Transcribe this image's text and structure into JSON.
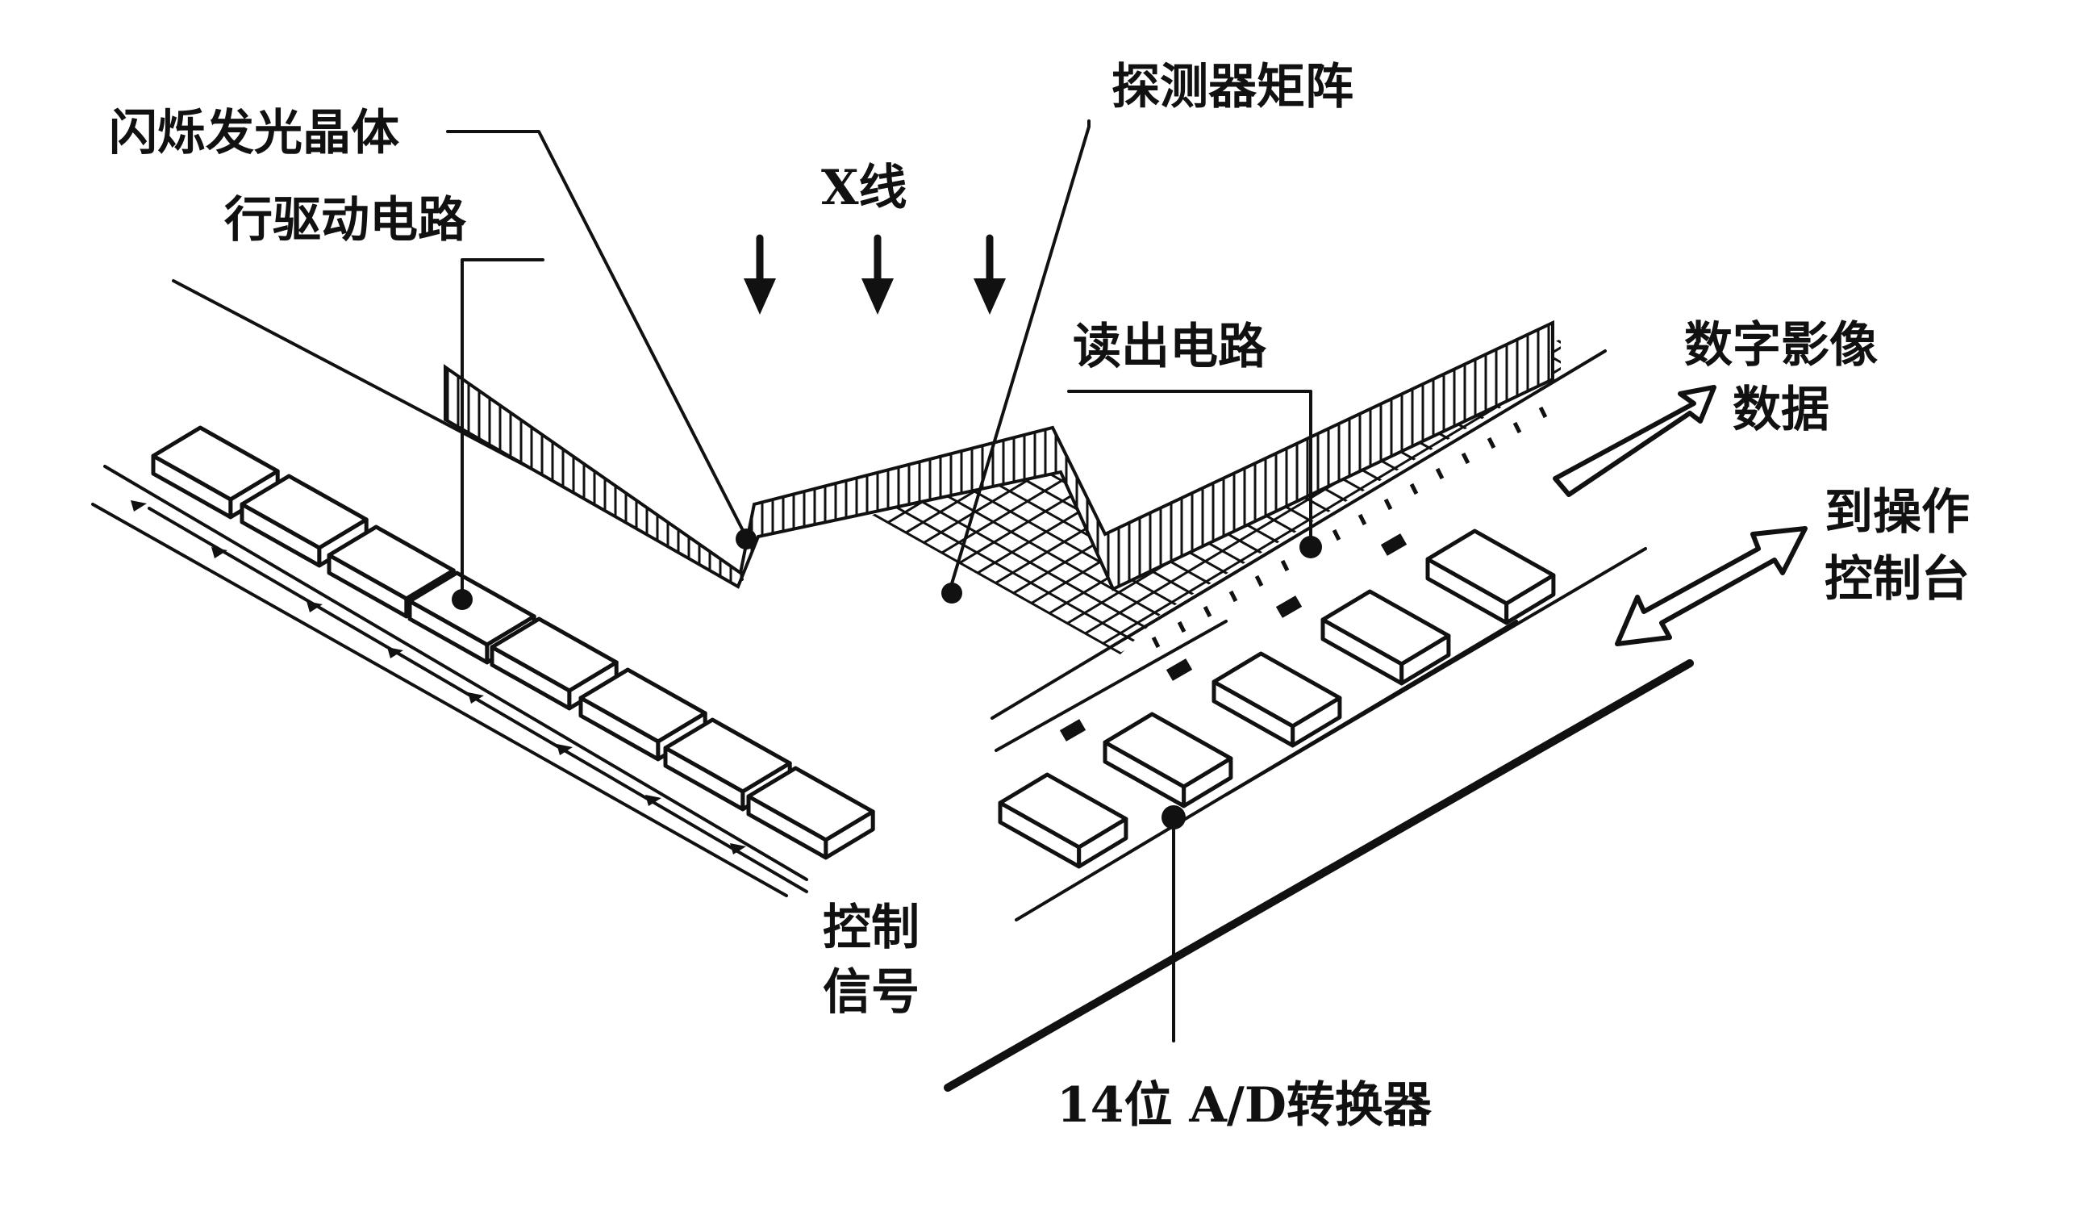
{
  "labels": {
    "scintillator": "闪烁发光晶体",
    "row_driver": "行驱动电路",
    "xray": "X线",
    "detector_matrix": "探测器矩阵",
    "readout": "读出电路",
    "digital_image_line1": "数字影像",
    "digital_image_line2": "数据",
    "to_console_line1": "到操作",
    "to_console_line2": "控制台",
    "control_signal_line1": "控制",
    "control_signal_line2": "信号",
    "adc": "14位 A/D转换器"
  },
  "colors": {
    "ink": "#111111",
    "paper": "#ffffff"
  }
}
